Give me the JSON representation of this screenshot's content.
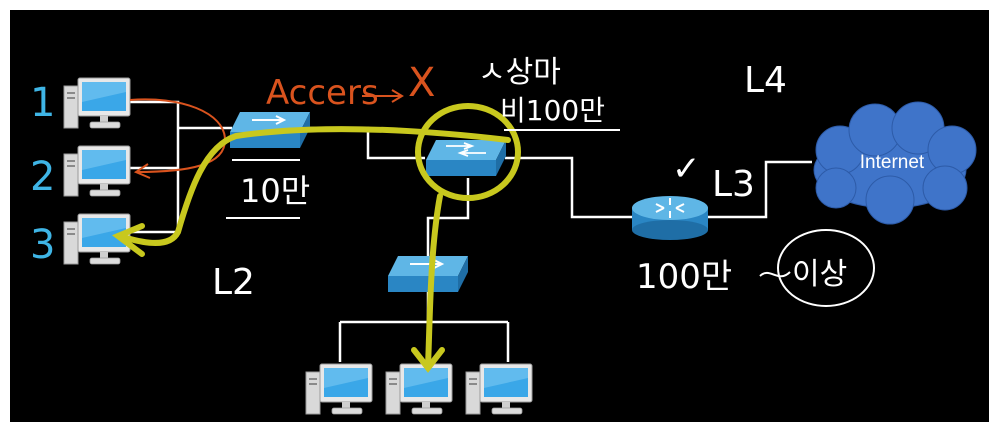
{
  "colors": {
    "background": "#000000",
    "frame": "#ffffff",
    "line": "#ffffff",
    "pc_number": "#3fb5e6",
    "orange_ink": "#d9531e",
    "yellow_ink": "#c8c81e",
    "white_ink": "#ffffff",
    "cloud": "#3f74c9",
    "switch_top": "#5fb6e6",
    "switch_side": "#2a86c4",
    "router": "#2f8ed0",
    "monitor": "#3aa7e8"
  },
  "pcs_left": [
    "1",
    "2",
    "3"
  ],
  "cloud_label": "Internet",
  "annotations": {
    "access_note": "Accers",
    "x_mark": "X",
    "top_note_line1": "ㅅ상마",
    "top_note_line2": "비100만",
    "price_switch": "10만",
    "layer_2": "L2",
    "layer_3": "L3",
    "layer_4": "L4",
    "check_mark": "✓",
    "price_router": "100만",
    "circled_note": "이상"
  },
  "icons": {
    "pc": "desktop-computer-icon",
    "switch": "network-switch-icon",
    "router": "router-icon",
    "cloud": "cloud-icon"
  }
}
